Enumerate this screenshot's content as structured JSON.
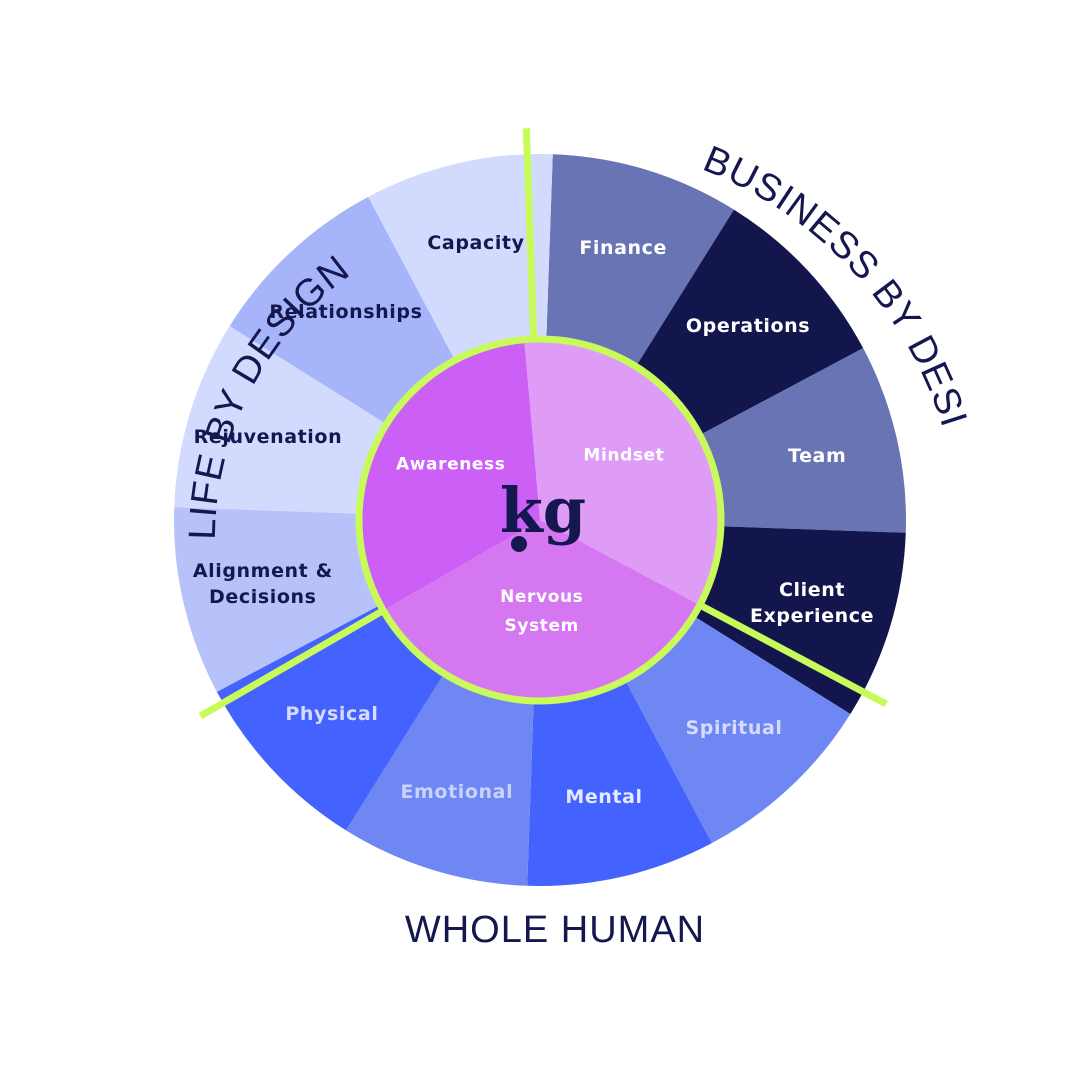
{
  "groups": {
    "life": "LIFE BY DESIGN",
    "business": "BUSINESS BY DESIGN",
    "human": "WHOLE HUMAN"
  },
  "logo": {
    "text": "kg"
  },
  "core": [
    {
      "label": "Mindset",
      "color": "#df9cf6",
      "text_color": "#ffffff"
    },
    {
      "label": "Nervous System",
      "color": "#d677f2",
      "text_color": "#ffffff"
    },
    {
      "label": "Awareness",
      "color": "#cc5ff5",
      "text_color": "#ffffff"
    }
  ],
  "segments": [
    {
      "label": "Finance",
      "color": "#6874b3",
      "text_color": "#ffffff"
    },
    {
      "label": "Operations",
      "color": "#13164d",
      "text_color": "#ffffff"
    },
    {
      "label": "Team",
      "color": "#6874b3",
      "text_color": "#ffffff"
    },
    {
      "label": "Client Experience",
      "color": "#13164d",
      "text_color": "#ffffff"
    },
    {
      "label": "Spiritual",
      "color": "#6f87f3",
      "text_color": "#d5dcff"
    },
    {
      "label": "Mental",
      "color": "#4463fe",
      "text_color": "#e4e9ff"
    },
    {
      "label": "Emotional",
      "color": "#6f87f3",
      "text_color": "#c9d3ff"
    },
    {
      "label": "Physical",
      "color": "#4463fe",
      "text_color": "#d5dcff"
    },
    {
      "label": "Alignment & Decisions",
      "color": "#b6c2f9",
      "text_color": "#15174f"
    },
    {
      "label": "Rejuvenation",
      "color": "#d2dafd",
      "text_color": "#15174f"
    },
    {
      "label": "Relationships",
      "color": "#a6b4fa",
      "text_color": "#15174f"
    },
    {
      "label": "Capacity",
      "color": "#d2dafd",
      "text_color": "#15174f"
    }
  ],
  "accent_color": "#c8fa5a"
}
